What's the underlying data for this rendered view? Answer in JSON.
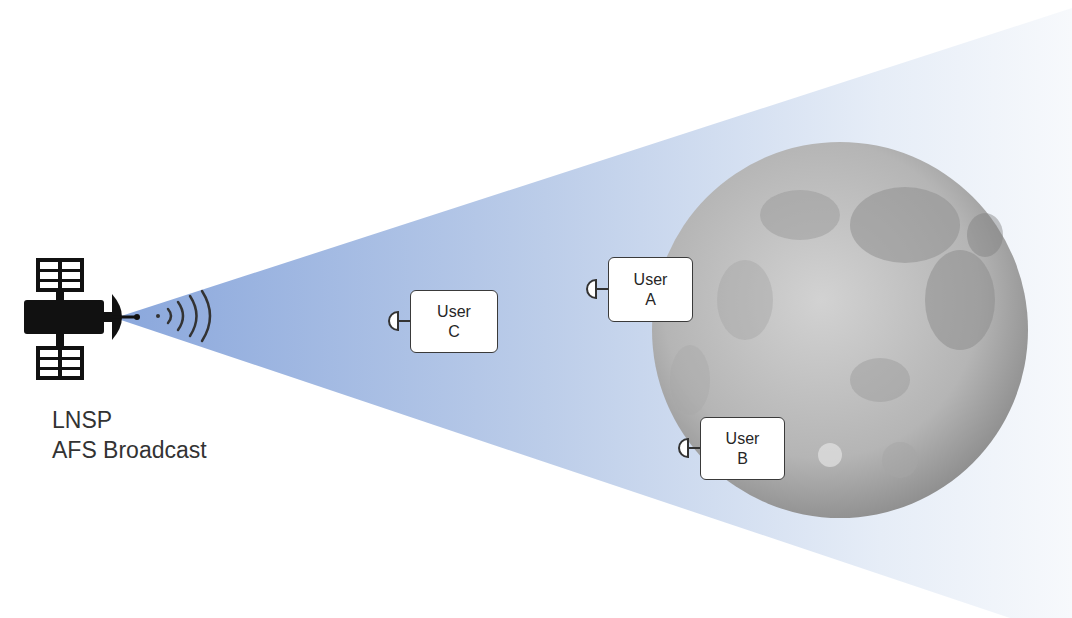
{
  "diagram": {
    "nodes": [
      {
        "text": [
          "User C"
        ]
      },
      {
        "text": [
          "User A"
        ]
      },
      {
        "text": [
          "User B"
        ]
      }
    ],
    "labels": [
      "LNSP",
      "AFS Broadcast"
    ]
  }
}
